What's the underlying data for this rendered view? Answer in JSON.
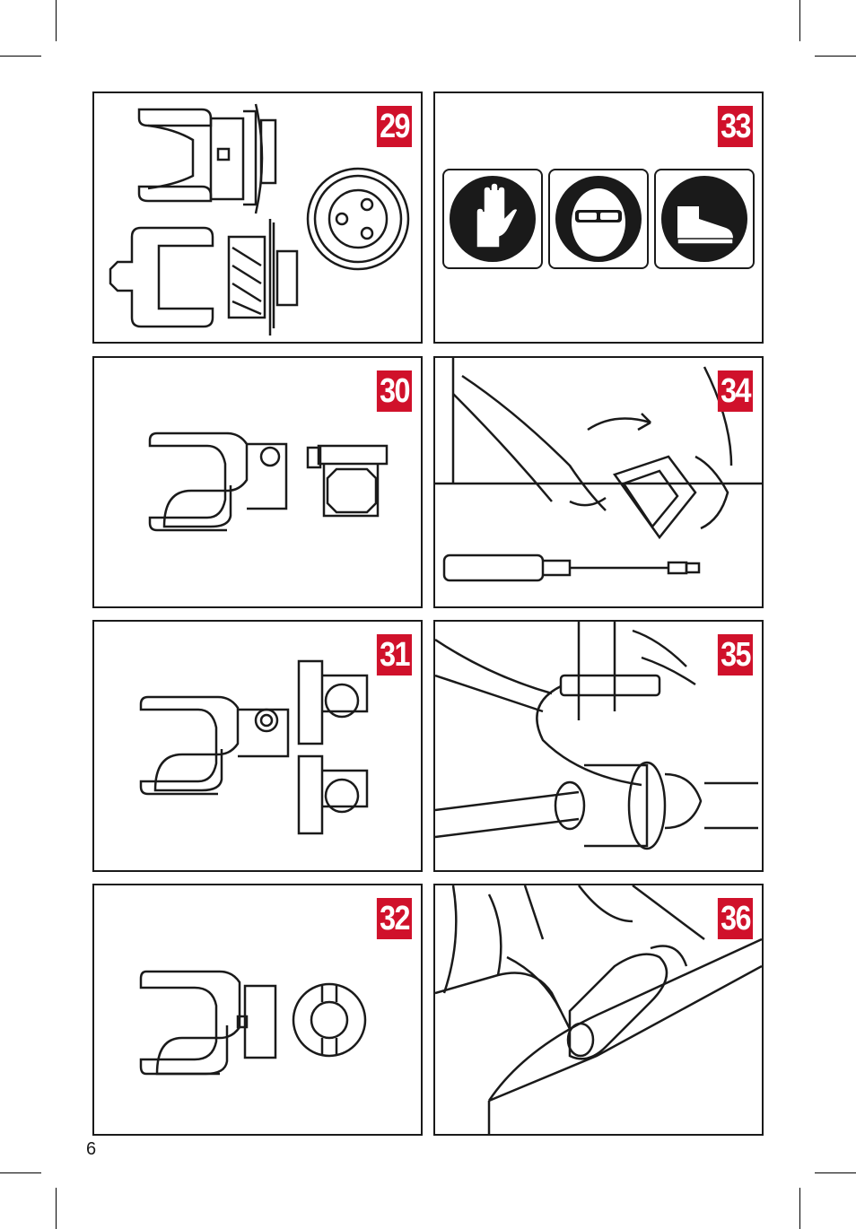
{
  "page": {
    "number": "6"
  },
  "figures": [
    {
      "id": "fig-29",
      "number": "29",
      "subject": "yoke-with-collar-and-bore"
    },
    {
      "id": "fig-30",
      "number": "30",
      "subject": "yoke-with-clamp-bolt"
    },
    {
      "id": "fig-31",
      "number": "31",
      "subject": "yoke-with-clamp-collars"
    },
    {
      "id": "fig-32",
      "number": "32",
      "subject": "yoke-with-spline-washer"
    },
    {
      "id": "fig-33",
      "number": "33",
      "subject": "protective-equipment",
      "icons": [
        "gloves-icon",
        "safety-goggles-icon",
        "safety-boots-icon"
      ]
    },
    {
      "id": "fig-34",
      "number": "34",
      "subject": "hand-turning-guard-grease-gun"
    },
    {
      "id": "fig-35",
      "number": "35",
      "subject": "greasing-guard-on-shaft"
    },
    {
      "id": "fig-36",
      "number": "36",
      "subject": "greasing-with-grease-gun"
    }
  ],
  "colors": {
    "badge": "#d0112b",
    "line": "#1a1a1a",
    "background": "#ffffff"
  }
}
